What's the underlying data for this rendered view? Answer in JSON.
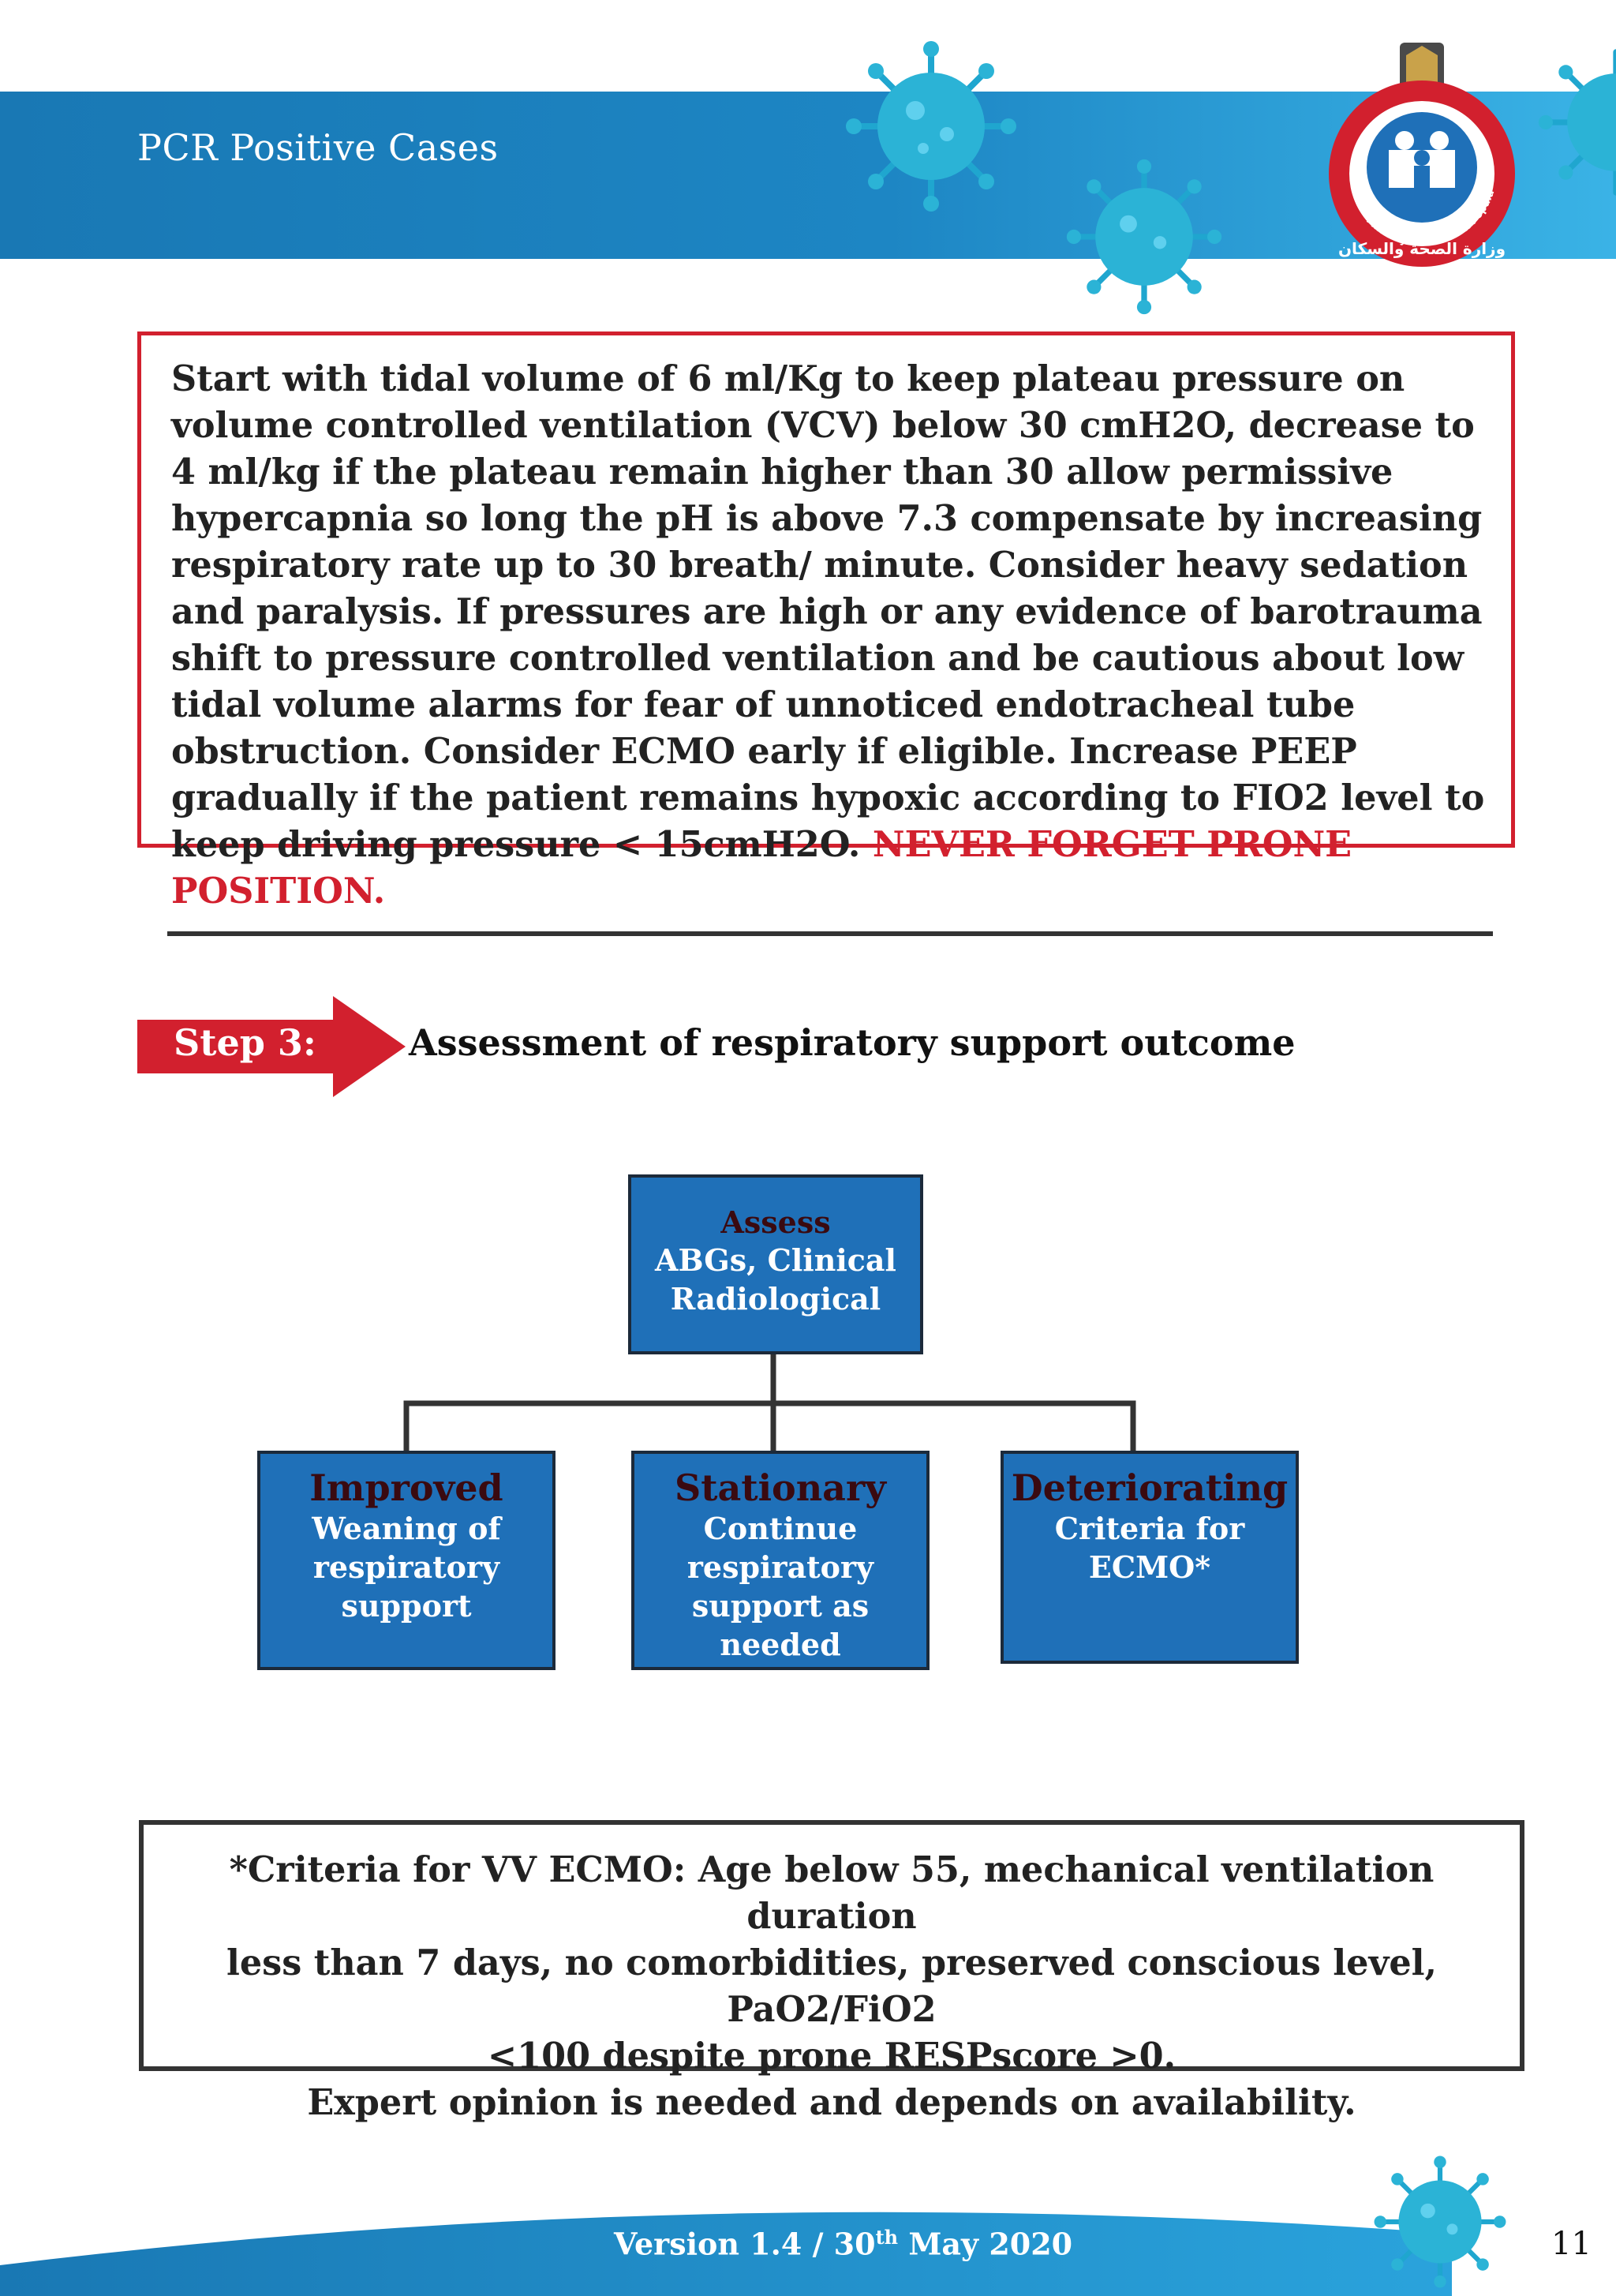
{
  "header": {
    "title": "PCR Positive Cases",
    "logo_text": "Ministry of Health & Population",
    "logo_text_ar": "وزارة الصحة والسكان"
  },
  "ventilation": {
    "body": "Start with tidal volume of 6 ml/Kg to keep plateau pressure on volume controlled ventilation (VCV) below 30 cmH2O, decrease to 4 ml/kg if the plateau remain higher than 30 allow permissive hypercapnia so long the pH is above 7.3 compensate by increasing respiratory rate up to 30 breath/ minute. Consider heavy sedation and paralysis. If pressures are high or any evidence of barotrauma shift to pressure controlled ventilation and be cautious about low tidal volume alarms for fear of unnoticed endotracheal tube obstruction. Consider ECMO early if eligible. Increase PEEP gradually if the patient remains hypoxic according to FIO2 level to keep driving pressure < 15cmH2O.",
    "warning": "NEVER FORGET PRONE POSITION."
  },
  "step": {
    "label": "Step 3:",
    "heading": "Assessment of respiratory support outcome"
  },
  "flowchart": {
    "root": {
      "title": "Assess",
      "line1": "ABGs, Clinical",
      "line2": "Radiological"
    },
    "outcomes": [
      {
        "title": "Improved",
        "lines": [
          "Weaning of",
          "respiratory",
          "support"
        ]
      },
      {
        "title": "Stationary",
        "lines": [
          "Continue",
          "respiratory",
          "support as",
          "needed"
        ]
      },
      {
        "title": "Deteriorating",
        "lines": [
          "Criteria for",
          "ECMO*"
        ]
      }
    ]
  },
  "ecmo_criteria": {
    "line1": "*Criteria for VV ECMO: Age below 55, mechanical ventilation duration",
    "line2": "less than 7 days, no comorbidities, preserved conscious level, PaO2/FiO2",
    "line3": "<100 despite prone RESPscore >0.",
    "line4": "Expert opinion is needed and depends on availability."
  },
  "footer": {
    "version_prefix": "Version 1.4 / 30",
    "version_sup": "th",
    "version_suffix": " May 2020",
    "page_number": "11"
  },
  "colors": {
    "header_blue": "#1d86c4",
    "accent_red": "#d2202e",
    "box_blue": "#1f70b8",
    "virus_teal": "#2bb3d6"
  },
  "icons": [
    "virus-icon",
    "ministry-logo"
  ]
}
